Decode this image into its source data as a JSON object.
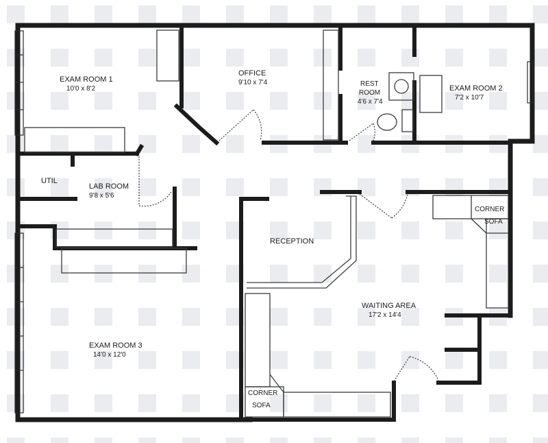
{
  "rooms": {
    "exam1": {
      "name": "EXAM ROOM 1",
      "dims": "10'0 x 8'2"
    },
    "office": {
      "name": "OFFICE",
      "dims": "9'10 x 7'4"
    },
    "restroom": {
      "name_line1": "REST",
      "name_line2": "ROOM",
      "dims": "4'6 x 7'4"
    },
    "exam2": {
      "name": "EXAM ROOM 2",
      "dims": "7'2 x 10'7"
    },
    "util": {
      "name": "UTIL"
    },
    "lab": {
      "name": "LAB ROOM",
      "dims": "9'8 x 5'6"
    },
    "reception": {
      "name": "RECEPTION"
    },
    "waiting": {
      "name": "WAITING AREA",
      "dims": "17'2 x 14'4"
    },
    "exam3": {
      "name": "EXAM ROOM 3",
      "dims": "14'0 x 12'0"
    }
  },
  "furniture": {
    "corner_sofa_right": {
      "line1": "CORNER",
      "line2": "SOFA"
    },
    "corner_sofa_left": {
      "line1": "CORNER",
      "line2": "SOFA"
    }
  },
  "colors": {
    "wall": "#1c1c1c",
    "fixture": "#3a3a3a",
    "watermark": "#d9dde3"
  }
}
